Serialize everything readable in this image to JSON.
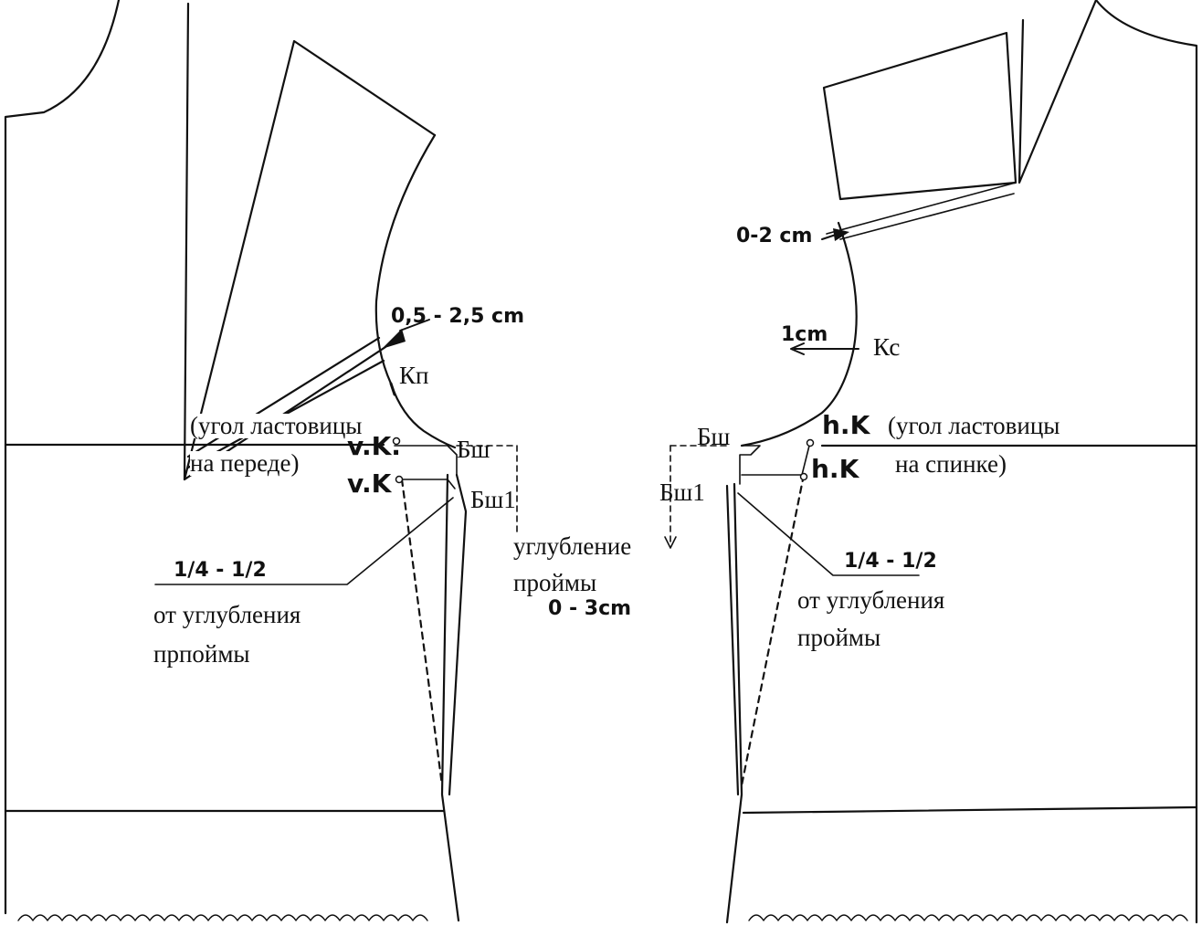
{
  "colors": {
    "ink": "#111111",
    "paper": "#ffffff"
  },
  "front": {
    "seam_allowance": "0,5 - 2,5 cm",
    "point_kp": "Кп",
    "gusset_corner_line1": "(угол ластовицы",
    "gusset_corner_line2": "на переде)",
    "point_vk_upper": "v.K.",
    "point_vk_lower": "v.K",
    "point_bsh": "Бш",
    "point_bsh1": "Бш1",
    "fraction": "1/4 - 1/2",
    "deepening_line1": "от углубления",
    "deepening_line2": "прпоймы"
  },
  "center": {
    "deepening_line1": "углубление",
    "deepening_line2": "проймы",
    "deepening_value": "0 - 3cm"
  },
  "back": {
    "dart_offset": "0-2 cm",
    "shift": "1cm",
    "point_kc": "Кс",
    "point_bsh": "Бш",
    "point_hk_upper": "h.K",
    "point_hk_lower": "h.K",
    "gusset_corner_line1": "(угол ластовицы",
    "gusset_corner_line2": "на спинке)",
    "point_bsh1": "Бш1",
    "fraction": "1/4 - 1/2",
    "deepening_line1": "от углубления",
    "deepening_line2": "проймы"
  }
}
